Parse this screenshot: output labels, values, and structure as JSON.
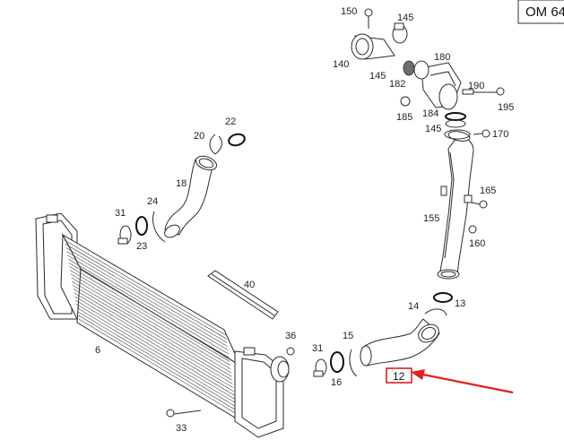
{
  "header": {
    "model_box": "OM 64"
  },
  "callouts": [
    {
      "id": "150",
      "text": "150"
    },
    {
      "id": "145a",
      "text": "145"
    },
    {
      "id": "140",
      "text": "140"
    },
    {
      "id": "145b",
      "text": "145"
    },
    {
      "id": "180",
      "text": "180"
    },
    {
      "id": "182",
      "text": "182"
    },
    {
      "id": "190",
      "text": "190"
    },
    {
      "id": "195",
      "text": "195"
    },
    {
      "id": "185",
      "text": "185"
    },
    {
      "id": "184",
      "text": "184"
    },
    {
      "id": "145c",
      "text": "145"
    },
    {
      "id": "170",
      "text": "170"
    },
    {
      "id": "22",
      "text": "22"
    },
    {
      "id": "20",
      "text": "20"
    },
    {
      "id": "18",
      "text": "18"
    },
    {
      "id": "165",
      "text": "165"
    },
    {
      "id": "24",
      "text": "24"
    },
    {
      "id": "31a",
      "text": "31"
    },
    {
      "id": "155",
      "text": "155"
    },
    {
      "id": "23",
      "text": "23"
    },
    {
      "id": "160",
      "text": "160"
    },
    {
      "id": "40",
      "text": "40"
    },
    {
      "id": "14",
      "text": "14"
    },
    {
      "id": "13",
      "text": "13"
    },
    {
      "id": "6",
      "text": "6"
    },
    {
      "id": "36",
      "text": "36"
    },
    {
      "id": "15",
      "text": "15"
    },
    {
      "id": "31b",
      "text": "31"
    },
    {
      "id": "16",
      "text": "16"
    },
    {
      "id": "33",
      "text": "33"
    }
  ],
  "highlight": {
    "text": "12",
    "color": "#e0201b"
  },
  "colors": {
    "line": "#2a2a2a",
    "arrow": "#e0201b"
  }
}
